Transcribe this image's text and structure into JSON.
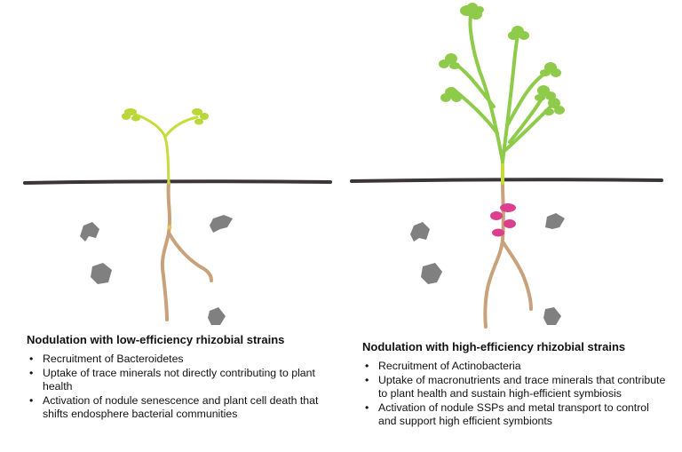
{
  "panels": [
    {
      "title": "Nodulation with low-efficiency rhizobial strains",
      "bullets": [
        "Recruitment of Bacteroidetes",
        "Uptake of trace minerals not directly contributing to plant health",
        "Activation of nodule senescence and plant cell death that shifts endosphere bacterial communities"
      ]
    },
    {
      "title": "Nodulation with high-efficiency rhizobial strains",
      "bullets": [
        "Recruitment of Actinobacteria",
        "Uptake of macronutrients and trace minerals that contribute to plant health and sustain high-efficient symbiosis",
        "Activation of nodule SSPs and metal transport to control and support high efficient symbionts"
      ]
    }
  ],
  "colors": {
    "soil_line": "#3a3638",
    "root": "#c9a27c",
    "stem_small": "#c5dc3a",
    "stem_large": "#8ecb4a",
    "nodule": "#dd3f8f",
    "stone": "#808080"
  }
}
